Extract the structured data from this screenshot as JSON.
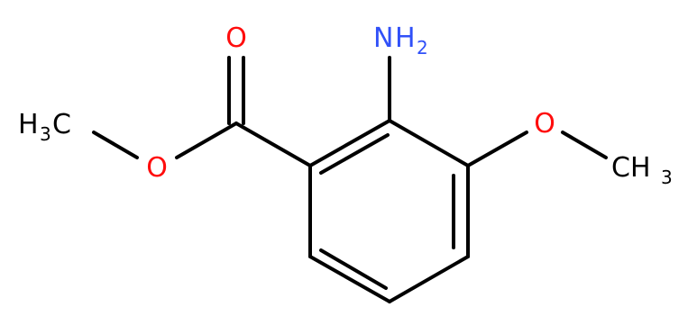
{
  "colors": {
    "bond": "#000000",
    "oxygen": "#ff0d0d",
    "nitrogen": "#3050f8",
    "carbon_label": "#000000"
  },
  "labels": {
    "carbonyl_o": "O",
    "ester_o": "O",
    "amine_n": "N",
    "amine_h": "H",
    "amine_h_count": "2",
    "methoxy_o": "O",
    "methyl_left_h": "H",
    "methyl_left_count": "3",
    "methyl_left_c": "C",
    "methyl_right_c": "CH",
    "methyl_right_count": "3"
  }
}
